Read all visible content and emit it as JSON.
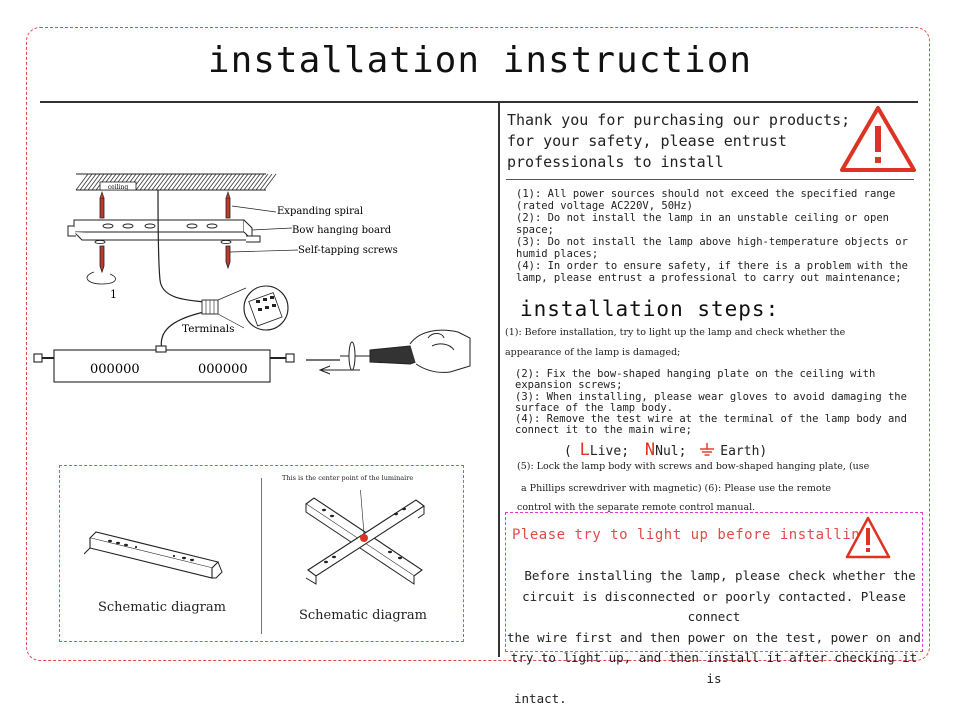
{
  "title": "installation instruction",
  "thanks": [
    "Thank you for purchasing our products;",
    "for your safety, please entrust",
    "professionals to install"
  ],
  "rules": [
    "(1): All power sources should not exceed the specified range (rated voltage AC220V, 50Hz)",
    "(2): Do not install the lamp in an unstable ceiling or open space;",
    "(3): Do not install the lamp above high-temperature objects or humid places;",
    "(4): In order to ensure safety, if there is a problem with the lamp, please entrust a professional to carry out maintenance;"
  ],
  "steps_title": "installation steps:",
  "steps": {
    "s1a": "(1): Before installation, try to light up the lamp and check whether the",
    "s1b": "appearance of the lamp is damaged;",
    "s2": "(2): Fix the bow-shaped hanging plate on the ceiling with expansion screws;",
    "s3": "(3): When installing, please wear gloves to avoid damaging the surface of the lamp body.",
    "s4": "(4): Remove the test wire at the terminal of the lamp body and connect it to the main wire;",
    "s5a": "(5): Lock the lamp body with screws and bow-shaped hanging plate, (use",
    "s5b": "a Phillips screwdriver with magnetic) (6): Please use the remote",
    "s5c": "control with the separate remote control manual."
  },
  "legend": {
    "open": "(",
    "l_letter": "L",
    "l_text": "Live;",
    "n_letter": "N",
    "n_text": "Nul;",
    "earth_text": "Earth)"
  },
  "notice": {
    "title": "Please try to light up before installing",
    "body": [
      "Before installing the lamp, please check whether the",
      "circuit is disconnected or poorly contacted. Please connect",
      "the wire first and then power on the test, power on and",
      "try to light up, and then install it after checking it is",
      "intact."
    ]
  },
  "diagram": {
    "ceiling": "ceiling",
    "expanding_spiral": "Expanding spiral",
    "bow_board": "Bow hanging board",
    "screws": "Self-tapping screws",
    "terminals": "Terminals",
    "panel_left": "000000",
    "panel_right": "000000",
    "rotation_mark": "1"
  },
  "schematic": {
    "center_note": "This is the center point of the luminaire",
    "caption_left": "Schematic diagram",
    "caption_right": "Schematic diagram"
  },
  "colors": {
    "frame": "#e24a4a",
    "accent_red": "#d32",
    "magenta_box": "#e23ad8"
  }
}
